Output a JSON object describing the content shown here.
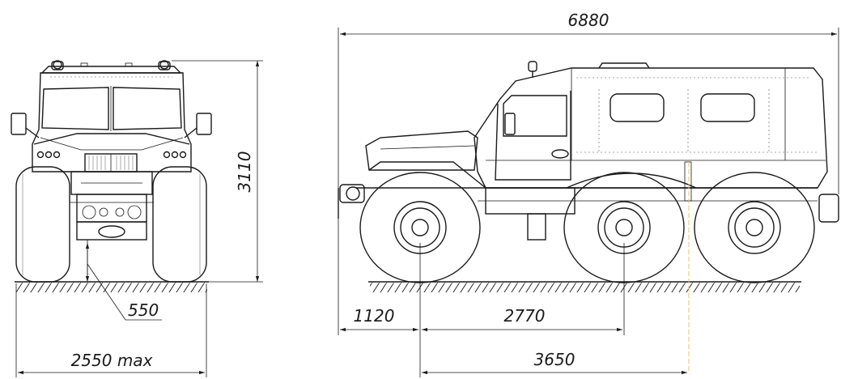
{
  "dimensions": {
    "overall_length": "6880",
    "overall_height": "3110",
    "ground_clearance": "550",
    "overall_width": "2550 max",
    "front_overhang": "1120",
    "wheelbase_front": "2770",
    "wheelbase_total": "3650"
  },
  "colors": {
    "line": "#1a1a1a",
    "background": "#ffffff",
    "axle_centerline": "#e8c070"
  }
}
